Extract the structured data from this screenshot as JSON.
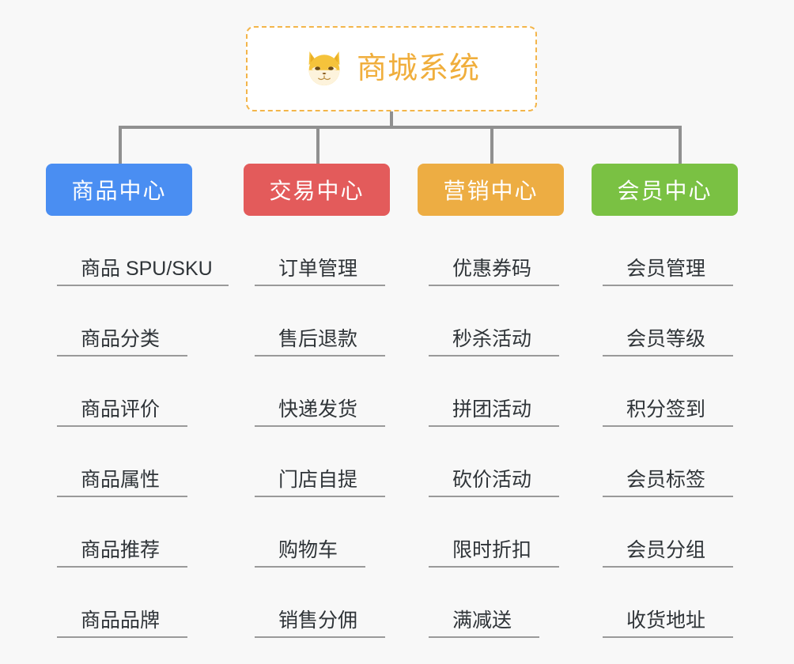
{
  "page": {
    "background_color": "#f8f8f8",
    "line_color": "#909090"
  },
  "root": {
    "title": "商城系统",
    "icon": "shiba-dog-face-emoji",
    "text_color": "#f0ae3c",
    "border_color": "#f3b54a",
    "background_color": "#ffffff"
  },
  "branches": [
    {
      "title": "商品中心",
      "color": "#4a8ef2",
      "items": [
        "商品 SPU/SKU",
        "商品分类",
        "商品评价",
        "商品属性",
        "商品推荐",
        "商品品牌"
      ]
    },
    {
      "title": "交易中心",
      "color": "#e35b5b",
      "items": [
        "订单管理",
        "售后退款",
        "快递发货",
        "门店自提",
        "购物车",
        "销售分佣"
      ]
    },
    {
      "title": "营销中心",
      "color": "#edad43",
      "items": [
        "优惠券码",
        "秒杀活动",
        "拼团活动",
        "砍价活动",
        "限时折扣",
        "满减送"
      ]
    },
    {
      "title": "会员中心",
      "color": "#7ac143",
      "items": [
        "会员管理",
        "会员等级",
        "积分签到",
        "会员标签",
        "会员分组",
        "收货地址"
      ]
    }
  ]
}
